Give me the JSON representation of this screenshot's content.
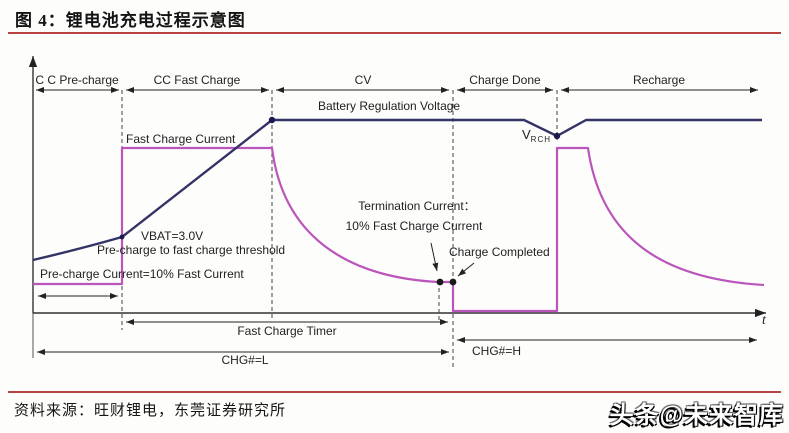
{
  "title": "图 4：锂电池充电过程示意图",
  "footer": {
    "source": "资料来源：旺财锂电，东莞证券研究所",
    "watermark": "头条@未来智库"
  },
  "colors": {
    "divider_red": "#b84343",
    "voltage_line_blue": "#333366",
    "current_line_magenta": "#bb55bb",
    "diagram_ink": "#222222"
  },
  "diagram": {
    "phases": [
      {
        "label": "C C Pre-charge"
      },
      {
        "label": "CC Fast Charge"
      },
      {
        "label": "CV"
      },
      {
        "label": "Charge Done"
      },
      {
        "label": "Recharge"
      }
    ],
    "labels": {
      "battery_regulation_voltage": "Battery Regulation Voltage",
      "fast_charge_current": "Fast Charge Current",
      "vbat": "VBAT=3.0V",
      "precharge_threshold": "Pre-charge to fast charge threshold",
      "precharge_current": "Pre-charge Current=10% Fast Current",
      "termination_current_line1": "Termination Current：",
      "termination_current_line2": "10% Fast Charge Current",
      "charge_completed": "Charge Completed",
      "vrch_v": "V",
      "vrch_sub": "RCH",
      "fast_charge_timer": "Fast Charge Timer",
      "chg_low": "CHG#=L",
      "chg_high": "CHG#=H",
      "time_axis": "t"
    }
  }
}
